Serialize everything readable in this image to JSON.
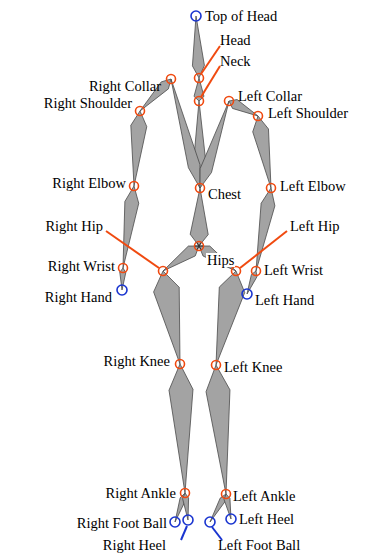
{
  "diagram": {
    "labels": [
      "Top of Head",
      "Head",
      "Neck",
      "Right Collar",
      "Left Collar",
      "Right Shoulder",
      "Left Shoulder",
      "Right Elbow",
      "Chest",
      "Left Elbow",
      "Right Hip",
      "Left Hip",
      "Hips",
      "Right Wrist",
      "Left Wrist",
      "Right Hand",
      "Left Hand",
      "Right Knee",
      "Left Knee",
      "Right Ankle",
      "Left Ankle",
      "Right Foot Ball",
      "Left Heel",
      "Right Heel",
      "Left Foot Ball"
    ]
  }
}
